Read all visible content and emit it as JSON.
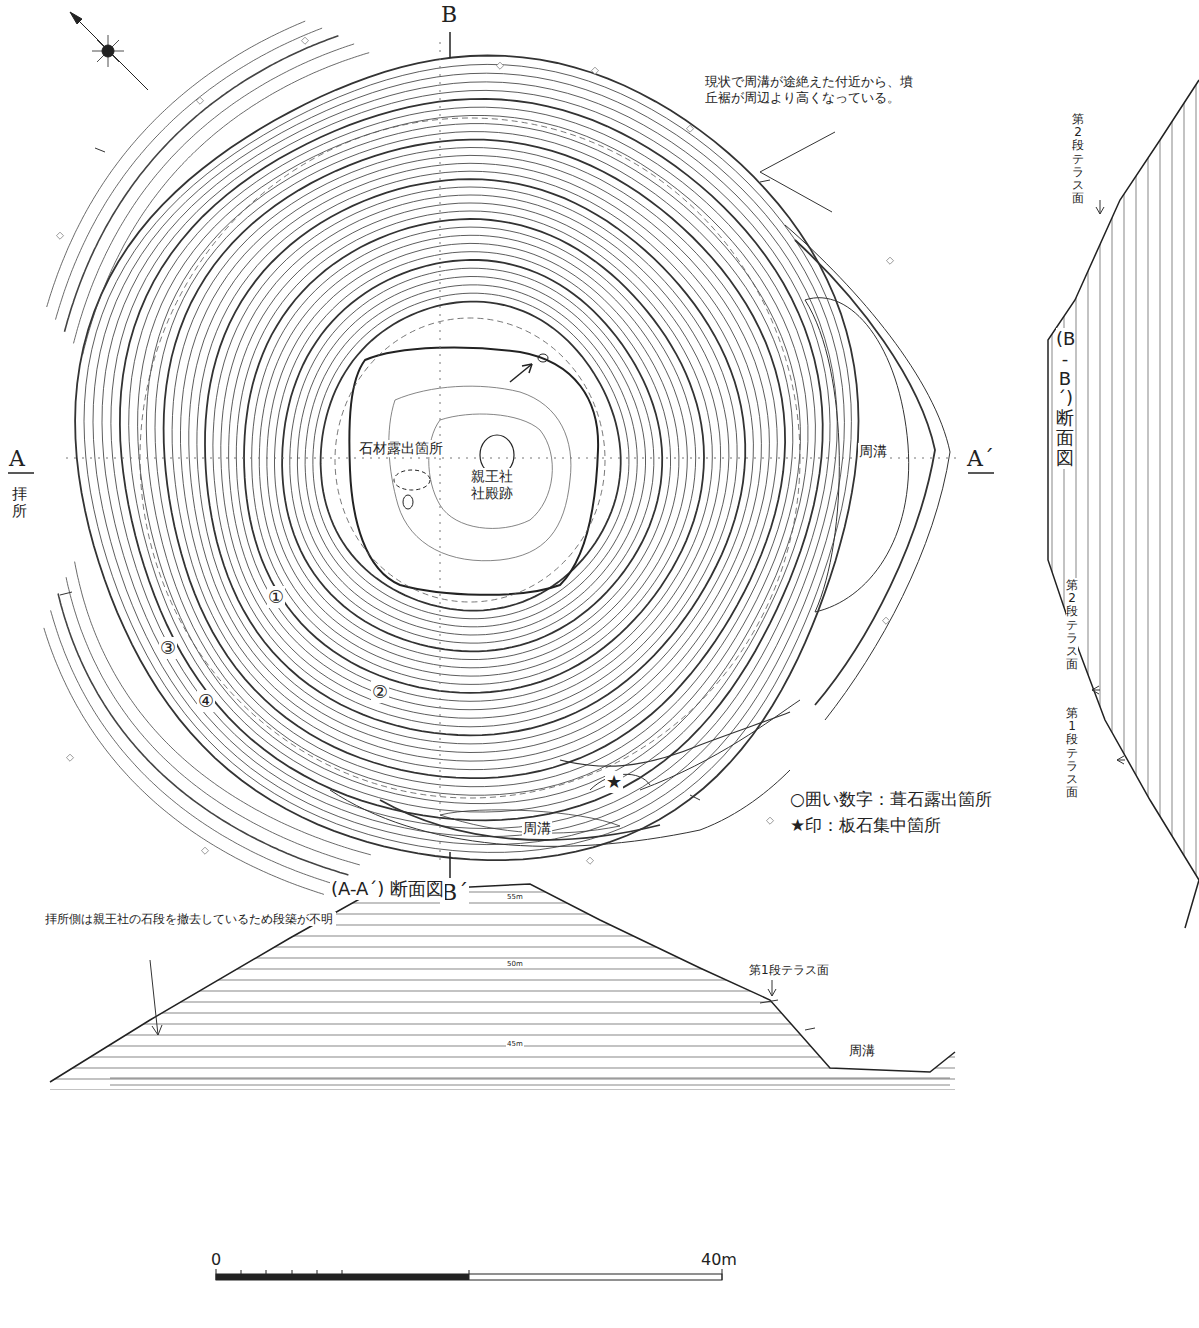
{
  "diagram": {
    "labels": [
      "現状で周溝が途絶えた付近から、墳丘裾が周辺より高くなっている。",
      "B",
      "A",
      "A´",
      "B´",
      "拝所",
      "石材露出箇所",
      "親王社 社殿跡",
      "周溝",
      "周溝",
      "①",
      "②",
      "③",
      "④",
      "★",
      "(A-A´) 断面図",
      "拝所側は親王社の石段を撤去しているため段築が不明",
      "第1段テラス面",
      "周溝",
      "55m",
      "50m",
      "45m",
      "(B-B´) 断面図",
      "第2段テラス面",
      "第2段テラス面",
      "第1段テラス面",
      "0",
      "40m"
    ],
    "legend": [
      {
        "text": "○囲い数字：葺石露出箇所"
      },
      {
        "text": "★印：板石集中箇所"
      }
    ]
  }
}
